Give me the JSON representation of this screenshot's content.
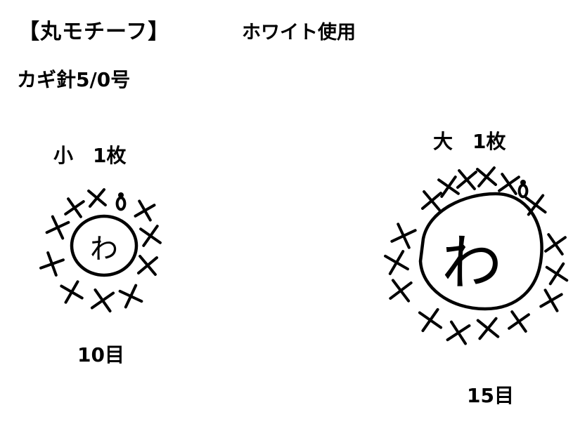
{
  "header": {
    "title": "【丸モチーフ】",
    "color_note": "ホワイト使用",
    "hook": "カギ針5/0号"
  },
  "motifs": {
    "small": {
      "label": "小　1枚",
      "center": "わ",
      "count": "10目"
    },
    "large": {
      "label": "大　1枚",
      "center": "わ",
      "count": "15目"
    }
  }
}
